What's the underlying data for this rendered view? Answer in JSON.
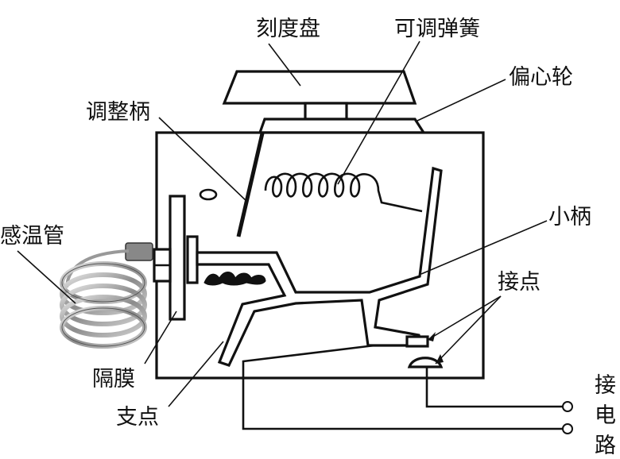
{
  "labels": {
    "dial": "刻度盘",
    "spring": "可调弹簧",
    "cam": "偏心轮",
    "adjust_handle": "调整柄",
    "sensor_tube": "感温管",
    "small_handle": "小柄",
    "contacts": "接点",
    "diaphragm": "隔膜",
    "pivot": "支点",
    "circuit": [
      "接",
      "电",
      "路"
    ]
  },
  "colors": {
    "line": "#111111",
    "coil_dark": "#7a7a7a",
    "coil_light": "#e4e4e4"
  }
}
